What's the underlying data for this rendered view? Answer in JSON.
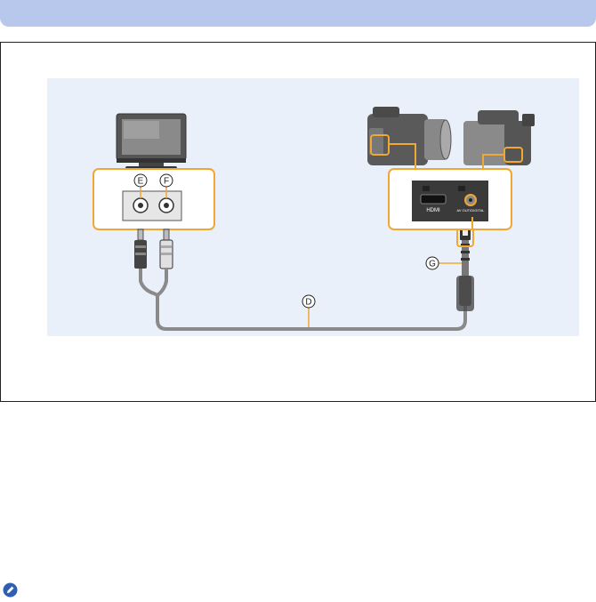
{
  "diagram": {
    "callouts": {
      "d": "D",
      "e": "E",
      "f": "F",
      "g": "G"
    },
    "port_labels": {
      "hdmi": "HDMI",
      "av_out": "AV OUT/DIGITAL"
    }
  },
  "colors": {
    "header_bar": "#b7c8ec",
    "diagram_bg": "#e9f0fa",
    "highlight": "#f0a733",
    "cable": "#8a8a8a"
  },
  "icons": {
    "note": "note-pencil-icon"
  }
}
